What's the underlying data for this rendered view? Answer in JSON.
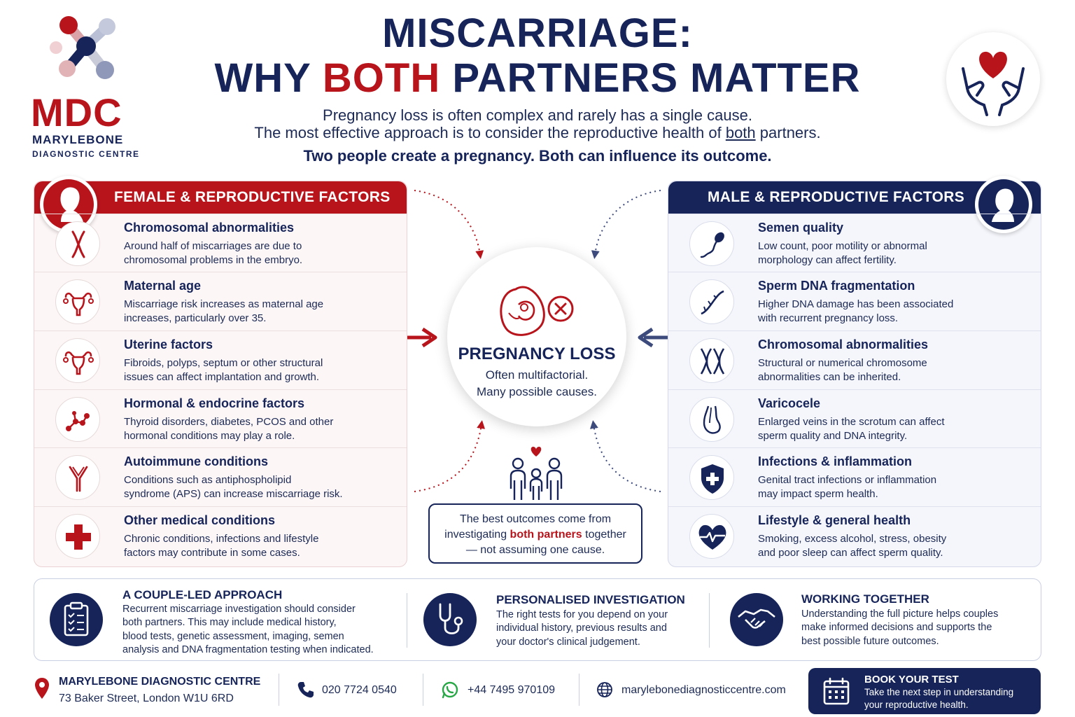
{
  "brand": {
    "logo_text": "MDC",
    "name_line1": "MARYLEBONE",
    "name_line2": "DIAGNOSTIC CENTRE",
    "logo_icon": "molecule-network-icon",
    "red": "#b8141c",
    "navy": "#16245a"
  },
  "header": {
    "title_line1": "MISCARRIAGE:",
    "title_line2_a": "WHY",
    "title_line2_b": "BOTH",
    "title_line2_c": "PARTNERS MATTER",
    "subtitle_line1": "Pregnancy loss is often complex and rarely has a single cause.",
    "subtitle_line2_a": "The most effective approach is to consider the reproductive health of",
    "subtitle_line2_b": "both",
    "subtitle_line2_c": "partners.",
    "tagline": "Two people create a pregnancy. Both can influence its outcome.",
    "badge_icon": "hands-holding-heart-icon"
  },
  "female": {
    "heading": "FEMALE & REPRODUCTIVE FACTORS",
    "avatar_icon": "female-profile-icon",
    "items": [
      {
        "title": "Chromosomal abnormalities",
        "desc1": "Around half of miscarriages are due to",
        "desc2": "chromosomal problems in the embryo.",
        "icon": "chromosome-icon"
      },
      {
        "title": "Maternal age",
        "desc1": "Miscarriage risk increases as maternal age",
        "desc2": "increases, particularly over 35.",
        "icon": "uterus-icon"
      },
      {
        "title": "Uterine factors",
        "desc1": "Fibroids, polyps, septum or other structural",
        "desc2": "issues can affect implantation and growth.",
        "icon": "uterus-icon"
      },
      {
        "title": "Hormonal & endocrine factors",
        "desc1": "Thyroid disorders, diabetes, PCOS and other",
        "desc2": "hormonal conditions may play a role.",
        "icon": "molecule-icon"
      },
      {
        "title": "Autoimmune conditions",
        "desc1": "Conditions such as antiphospholipid",
        "desc2": "syndrome (APS) can increase miscarriage risk.",
        "icon": "antibody-icon"
      },
      {
        "title": "Other medical conditions",
        "desc1": "Chronic conditions, infections and lifestyle",
        "desc2": "factors may contribute in some cases.",
        "icon": "medical-cross-icon"
      }
    ]
  },
  "male": {
    "heading": "MALE & REPRODUCTIVE FACTORS",
    "avatar_icon": "male-profile-icon",
    "items": [
      {
        "title": "Semen quality",
        "desc1": "Low count, poor motility or abnormal",
        "desc2": "morphology can affect fertility.",
        "icon": "sperm-icon"
      },
      {
        "title": "Sperm DNA fragmentation",
        "desc1": "Higher DNA damage has been associated",
        "desc2": "with recurrent pregnancy loss.",
        "icon": "dna-icon"
      },
      {
        "title": "Chromosomal abnormalities",
        "desc1": "Structural or numerical chromosome",
        "desc2": "abnormalities can be inherited.",
        "icon": "chromosome-pair-icon"
      },
      {
        "title": "Varicocele",
        "desc1": "Enlarged veins in the scrotum can affect",
        "desc2": "sperm quality and DNA integrity.",
        "icon": "vein-icon"
      },
      {
        "title": "Infections & inflammation",
        "desc1": "Genital tract infections or inflammation",
        "desc2": "may impact sperm health.",
        "icon": "shield-plus-icon"
      },
      {
        "title": "Lifestyle & general health",
        "desc1": "Smoking, excess alcohol, stress, obesity",
        "desc2": "and poor sleep can affect sperm quality.",
        "icon": "heart-pulse-icon"
      }
    ]
  },
  "center": {
    "title": "PREGNANCY LOSS",
    "desc1": "Often multifactorial.",
    "desc2": "Many possible causes.",
    "icon": "fetus-cross-icon",
    "family_icon": "family-heart-icon",
    "outcome_a": "The best outcomes come from",
    "outcome_b": "investigating",
    "outcome_c": "both partners",
    "outcome_d": "together",
    "outcome_e": "— not assuming one cause."
  },
  "approach": [
    {
      "title": "A COUPLE-LED APPROACH",
      "lines": [
        "Recurrent miscarriage investigation should consider",
        "both partners. This may include medical history,",
        "blood tests, genetic assessment, imaging, semen",
        "analysis and DNA fragmentation testing when indicated."
      ],
      "icon": "clipboard-checklist-icon"
    },
    {
      "title": "PERSONALISED INVESTIGATION",
      "lines": [
        "The right tests for you depend on your",
        "individual history, previous results and",
        "your doctor's clinical judgement."
      ],
      "icon": "stethoscope-icon"
    },
    {
      "title": "WORKING TOGETHER",
      "lines": [
        "Understanding the full picture helps couples",
        "make informed decisions and supports the",
        "best possible future outcomes."
      ],
      "icon": "handshake-icon"
    }
  ],
  "footer": {
    "name": "MARYLEBONE DIAGNOSTIC CENTRE",
    "address": "73 Baker Street, London W1U 6RD",
    "phone": "020 7724 0540",
    "whatsapp": "+44 7495 970109",
    "website": "marylebonediagnosticcentre.com",
    "book_title": "BOOK YOUR TEST",
    "book_line1": "Take the next step in understanding",
    "book_line2": "your reproductive health.",
    "location_icon": "location-pin-icon",
    "phone_icon": "phone-icon",
    "whatsapp_icon": "whatsapp-icon",
    "web_icon": "globe-icon",
    "book_icon": "calendar-icon"
  }
}
